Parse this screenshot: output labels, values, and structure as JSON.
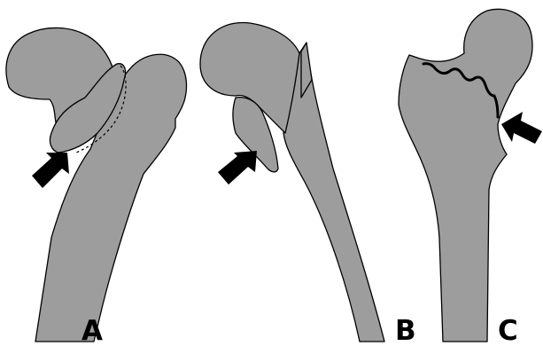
{
  "panels": [
    {
      "label": "A"
    },
    {
      "label": "B"
    },
    {
      "label": "C"
    }
  ],
  "colors": {
    "bone_fill": "#9d9d9d",
    "outline": "#000000",
    "background": "#ffffff"
  },
  "icons": [
    "arrow-icon",
    "arrow-icon",
    "arrow-icon"
  ]
}
